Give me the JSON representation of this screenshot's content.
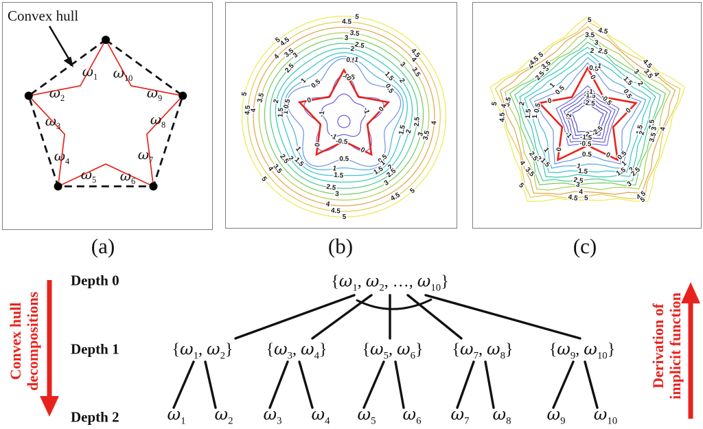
{
  "figure": {
    "captions": [
      "(a)",
      "(b)",
      "(c)"
    ]
  },
  "contour_style": {
    "zero_color": "#e8231d",
    "level_colors": {
      "-2.5": "#5a52c9",
      "-2": "#5e55cd",
      "-1.5": "#645cd2",
      "-1": "#6b64d8",
      "-0.5": "#7572de",
      "0.5": "#6e96e6",
      "1": "#4fb1de",
      "1.5": "#36c6cf",
      "2": "#34cbb0",
      "2.5": "#4ecd8c",
      "3": "#72cd62",
      "3.5": "#b3cf52",
      "4": "#e2a44c",
      "4.5": "#e6c94b",
      "5": "#eeea52"
    }
  },
  "chart_data": [
    {
      "id": "a",
      "type": "line",
      "title": "(a)",
      "description": "Concave star polygon (red) with ten edges ω1–ω10 drawn inside its convex hull (dashed pentagon); the five hull vertices are marked with black dots",
      "annotation": "Convex hull",
      "edge_labels": [
        "ω1",
        "ω2",
        "ω3",
        "ω4",
        "ω5",
        "ω6",
        "ω7",
        "ω8",
        "ω9",
        "ω10"
      ]
    },
    {
      "id": "b",
      "type": "contour",
      "title": "(b)",
      "style": "smooth",
      "zero_level_shape": "red star polygon",
      "levels": [
        -1,
        -0.5,
        0,
        0.5,
        1,
        1.5,
        2,
        2.5,
        3,
        3.5,
        4,
        4.5,
        5
      ]
    },
    {
      "id": "c",
      "type": "contour",
      "title": "(c)",
      "style": "piecewise-linear",
      "zero_level_shape": "red star polygon",
      "levels": [
        -2.5,
        -2,
        -1.5,
        -1,
        -0.5,
        0,
        0.5,
        1,
        1.5,
        2,
        2.5,
        3,
        3.5,
        4,
        4.5,
        5
      ]
    }
  ],
  "tree": {
    "depth_labels": [
      "Depth 0",
      "Depth 1",
      "Depth 2"
    ],
    "root": "{ω1, ω2, …, ω10}",
    "depth1": [
      "{ω1, ω2}",
      "{ω3, ω4}",
      "{ω5, ω6}",
      "{ω7, ω8}",
      "{ω9, ω10}"
    ],
    "depth2": [
      "ω1",
      "ω2",
      "ω3",
      "ω4",
      "ω5",
      "ω6",
      "ω7",
      "ω8",
      "ω9",
      "ω10"
    ]
  },
  "side_annotations": {
    "left": {
      "lines": [
        "Convex hull",
        "decompositions"
      ],
      "arrow": "down",
      "color": "#e8231d"
    },
    "right": {
      "lines": [
        "Derivation of",
        "implicit function"
      ],
      "arrow": "up",
      "color": "#e8231d"
    }
  }
}
